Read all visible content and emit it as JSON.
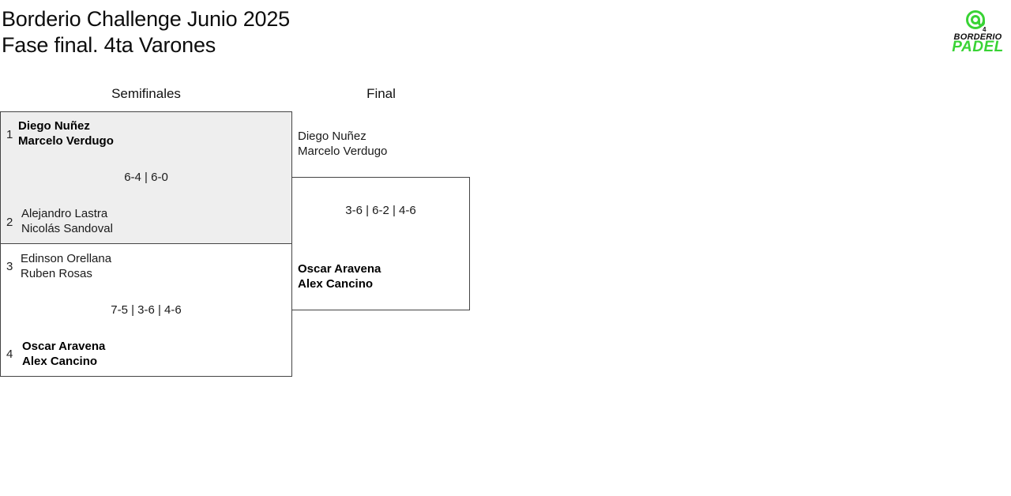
{
  "header": {
    "title_line1": "Borderio Challenge Junio 2025",
    "title_line2": "Fase final. 4ta Varones"
  },
  "logo": {
    "icon": "at-sign-ball-icon",
    "text_top": "BORDERIO",
    "text_bottom": "PADEL",
    "accent_color": "#39d335"
  },
  "rounds": {
    "semis_label": "Semifinales",
    "final_label": "Final"
  },
  "semifinal_1": {
    "team_a": {
      "seed": "1",
      "player1": "Diego Nuñez",
      "player2": "Marcelo Verdugo",
      "winner": true
    },
    "score": "6-4 | 6-0",
    "team_b": {
      "seed": "2",
      "player1": "Alejandro Lastra",
      "player2": "Nicolás Sandoval",
      "winner": false
    }
  },
  "semifinal_2": {
    "team_a": {
      "seed": "3",
      "player1": "Edinson Orellana",
      "player2": "Ruben Rosas",
      "winner": false
    },
    "score": "7-5 | 3-6 | 4-6",
    "team_b": {
      "seed": "4",
      "player1": "Oscar Aravena",
      "player2": "Alex Cancino",
      "winner": true
    }
  },
  "final": {
    "team_a": {
      "player1": "Diego Nuñez",
      "player2": "Marcelo Verdugo",
      "winner": false
    },
    "score": "3-6 | 6-2 | 4-6",
    "team_b": {
      "player1": "Oscar Aravena",
      "player2": "Alex Cancino",
      "winner": true
    }
  }
}
